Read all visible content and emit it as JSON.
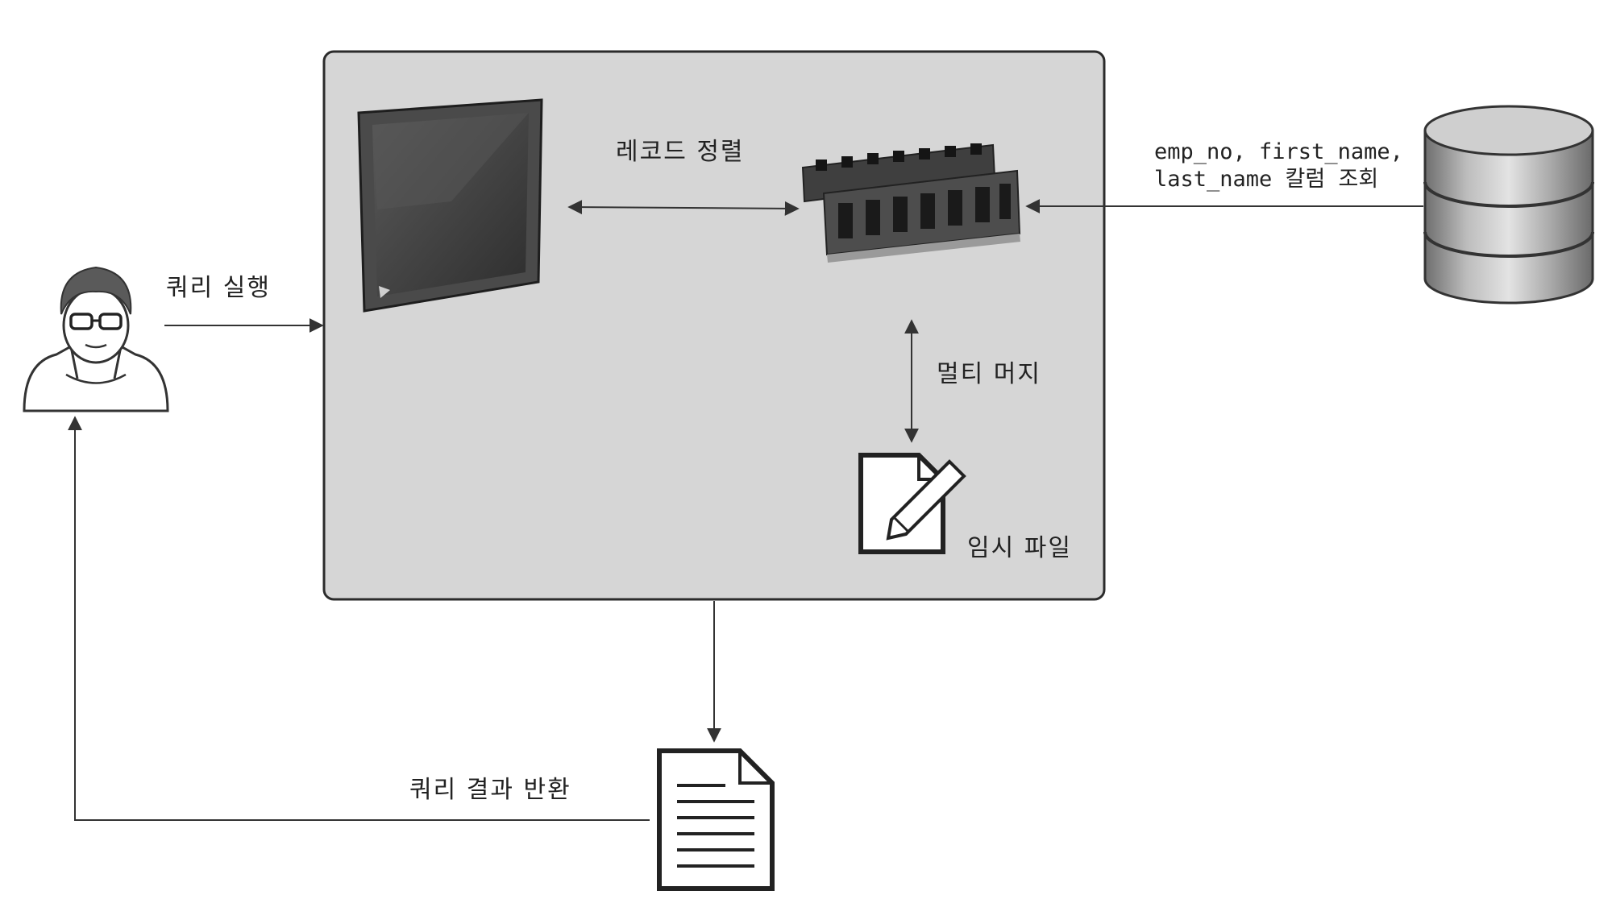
{
  "labels": {
    "query_execute": "쿼리 실행",
    "record_sort": "레코드 정렬",
    "column_select_line1": "emp_no, first_name,",
    "column_select_line2": "last_name 칼럼 조회",
    "multi_merge": "멀티 머지",
    "temp_file": "임시 파일",
    "query_result": "쿼리 결과 반환"
  },
  "icons": {
    "user": "user-icon",
    "cpu": "cpu-chip-icon",
    "memory": "memory-module-icon",
    "database": "database-icon",
    "temp_file": "edit-document-icon",
    "result": "text-document-icon"
  },
  "colors": {
    "box_fill": "#d6d6d6",
    "box_stroke": "#2b2b2b",
    "arrow": "#333333"
  }
}
